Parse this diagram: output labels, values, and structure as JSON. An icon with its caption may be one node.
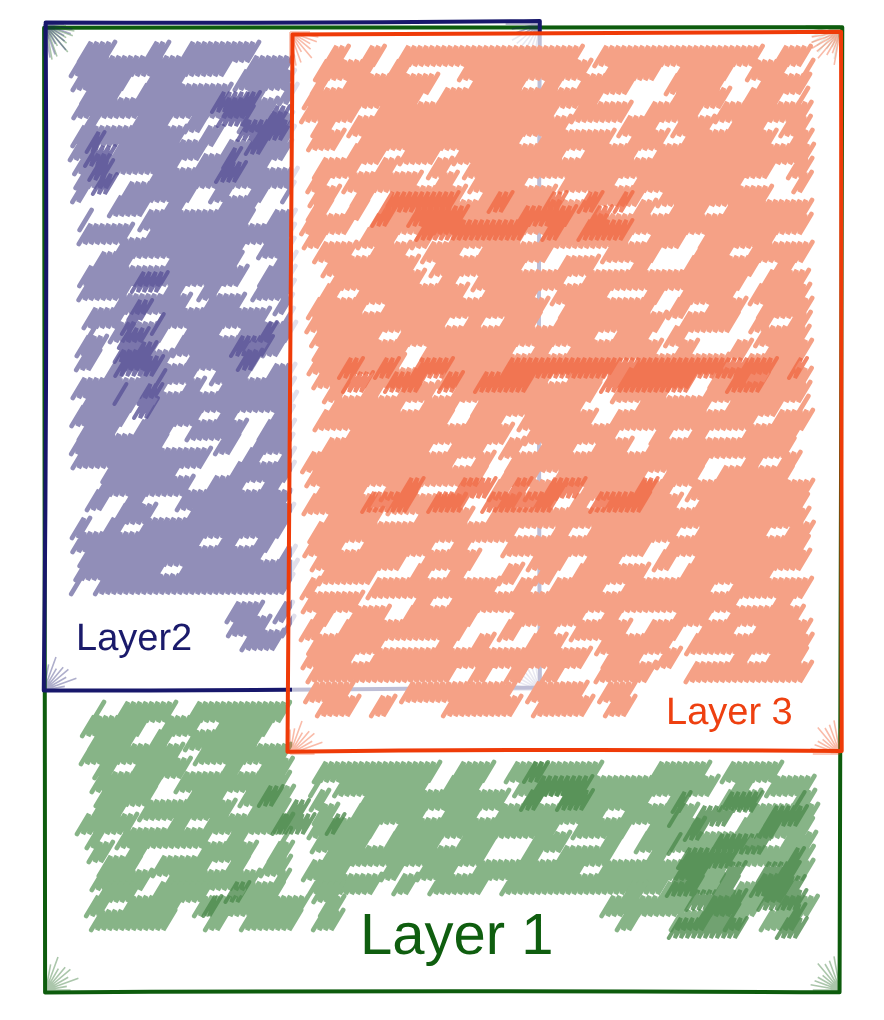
{
  "diagram": {
    "nodes": [
      {
        "text": [
          "Layer 1"
        ]
      },
      {
        "text": [
          "Layer2"
        ],
        "in": 0
      },
      {
        "text": [
          "Layer 3"
        ],
        "in": 0
      }
    ]
  }
}
